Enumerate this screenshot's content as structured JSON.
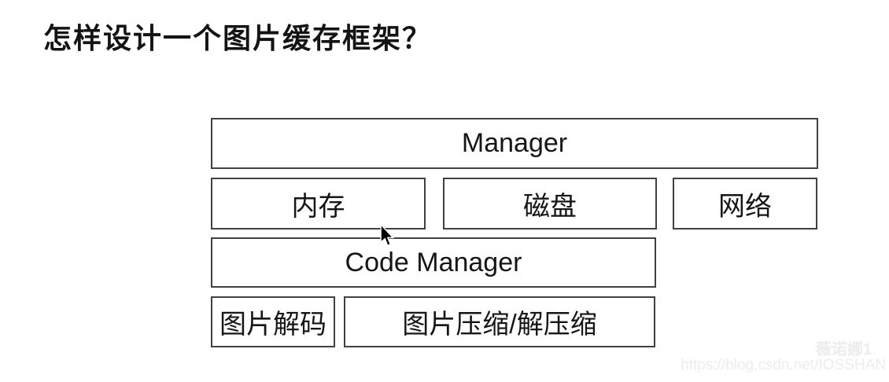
{
  "page": {
    "title": "怎样设计一个图片缓存框架？",
    "background_color": "#ffffff"
  },
  "diagram": {
    "border_color": "#414141",
    "text_color": "#161616",
    "boxes": [
      {
        "name": "manager",
        "label": "Manager"
      },
      {
        "name": "memory-cache",
        "label": "内存"
      },
      {
        "name": "disk-cache",
        "label": "磁盘"
      },
      {
        "name": "network",
        "label": "网络"
      },
      {
        "name": "code-manager",
        "label": "Code Manager"
      },
      {
        "name": "image-decode",
        "label": "图片解码"
      },
      {
        "name": "image-compress-decompress",
        "label": "图片压缩/解压缩"
      }
    ]
  },
  "watermark": {
    "username": "薇诺娜1",
    "url": "https://blog.csdn.net/IOSSHAN",
    "color": "#ededed"
  }
}
